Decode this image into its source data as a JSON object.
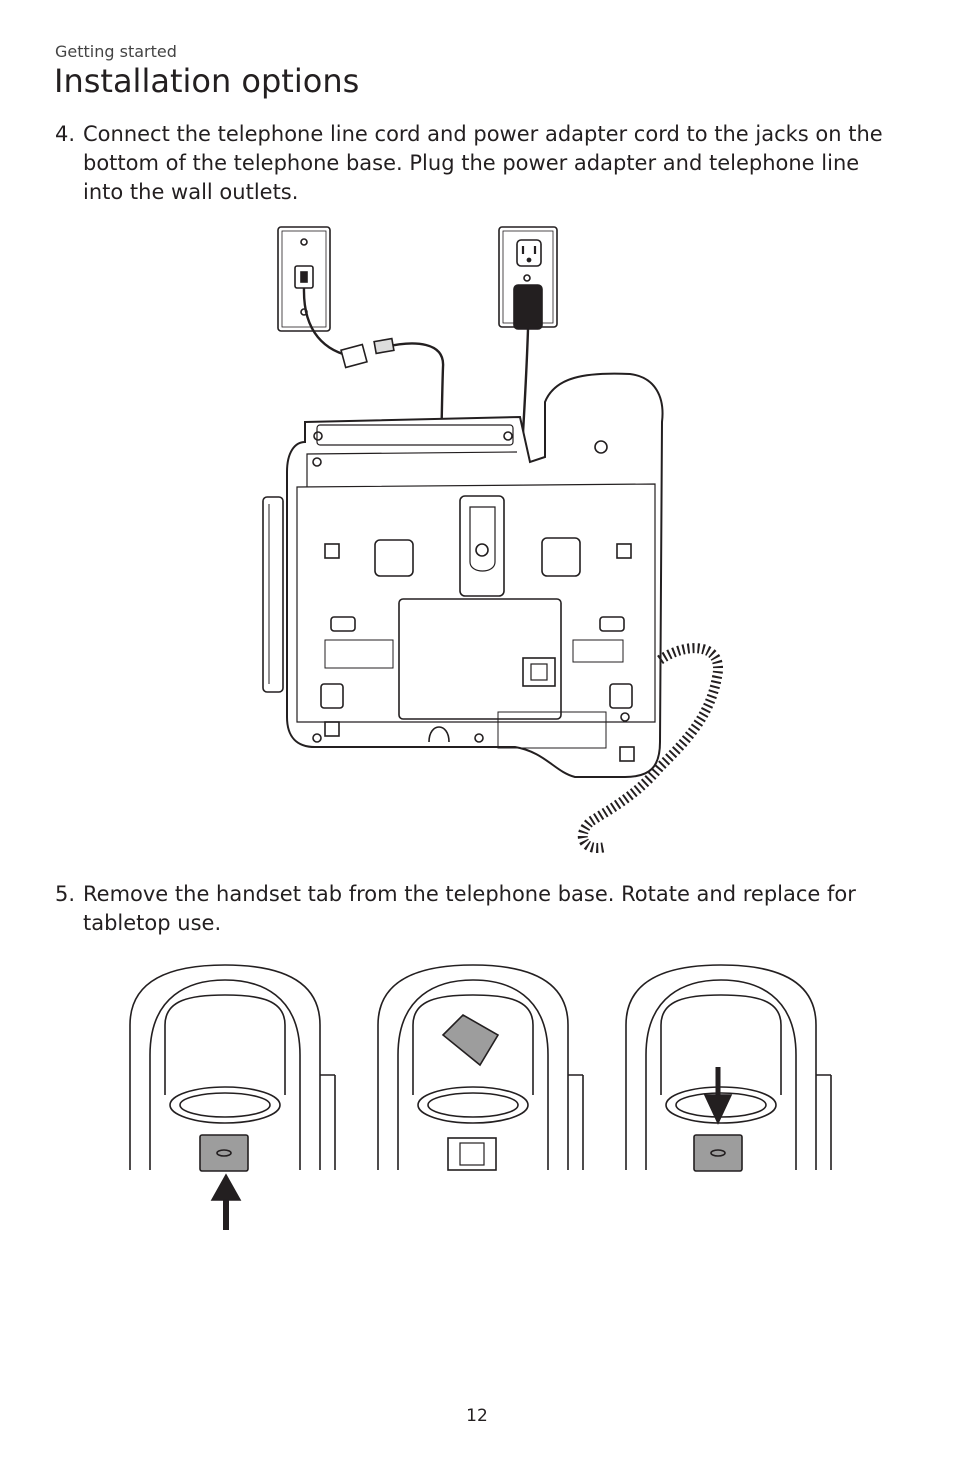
{
  "header": {
    "section": "Getting started",
    "title": "Installation options"
  },
  "steps": [
    {
      "number": "4.",
      "text": "Connect the telephone line cord and power adapter cord to the jacks on the bottom of the telephone base. Plug the power adapter and telephone line into the wall outlets."
    },
    {
      "number": "5.",
      "text": "Remove the handset tab from the telephone base. Rotate and replace for tabletop use."
    }
  ],
  "footer": {
    "page_number": "12"
  }
}
